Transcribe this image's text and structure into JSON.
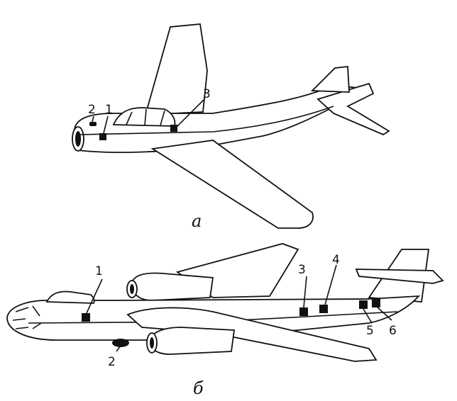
{
  "figure_a": {
    "caption": "а",
    "callouts": [
      {
        "id": "1",
        "label": "1"
      },
      {
        "id": "2",
        "label": "2"
      },
      {
        "id": "3",
        "label": "3"
      }
    ]
  },
  "figure_b": {
    "caption": "б",
    "callouts": [
      {
        "id": "1",
        "label": "1"
      },
      {
        "id": "2",
        "label": "2"
      },
      {
        "id": "3",
        "label": "3"
      },
      {
        "id": "4",
        "label": "4"
      },
      {
        "id": "5",
        "label": "5"
      },
      {
        "id": "6",
        "label": "6"
      }
    ]
  },
  "colors": {
    "ink": "#111111",
    "paper": "#ffffff"
  }
}
